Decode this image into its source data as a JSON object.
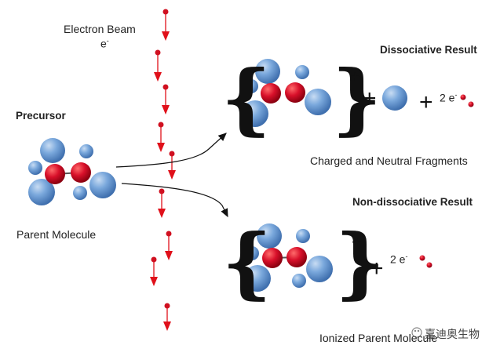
{
  "labels": {
    "electron_beam": "Electron Beam",
    "electron_symbol": "e",
    "electron_charge": "-",
    "precursor": "Precursor",
    "parent_molecule": "Parent Molecule",
    "dissociative_result": "Dissociative Result",
    "charged_neutral_fragments": "Charged and Neutral Fragments",
    "non_dissociative_result": "Non-dissociative Result",
    "ionized_parent": "Ionized Parent Molecule",
    "two_electrons_top": "2 e",
    "two_electrons_bottom": "2 e",
    "charge_plus": "+",
    "plus_sign": "+"
  },
  "watermark": "嘉迪奥生物",
  "colors": {
    "atom_blue": "#6f9fd8",
    "atom_red": "#d8102a",
    "beam_red": "#e0101a"
  }
}
